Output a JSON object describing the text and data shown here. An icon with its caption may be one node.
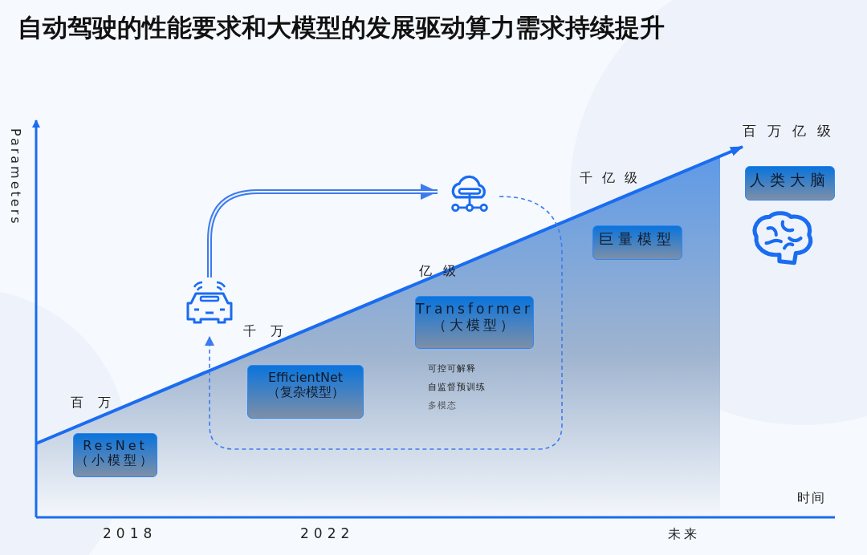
{
  "diagram": {
    "title": "自动驾驶的性能要求和大模型的发展驱动算力需求持续提升",
    "nodes": [
      {
        "text": [],
        "shape": "picture"
      },
      {
        "text": [
          "人类大脑"
        ]
      },
      {
        "text": [
          "巨量模型"
        ]
      },
      {
        "text": [],
        "shape": "picture"
      },
      {
        "text": [],
        "shape": "picture"
      },
      {
        "text": [
          "Transformer",
          "（大模型）"
        ]
      },
      {
        "text": [
          "EfficientNet",
          "（复杂模型）"
        ]
      },
      {
        "text": [
          "ResNet",
          "（小模型）"
        ]
      }
    ],
    "edges": [
      {
        "from": 4,
        "to": 0,
        "arrow": "to",
        "style": "thick"
      },
      {
        "from": 0,
        "to": 4,
        "arrow": "to",
        "style": "dashed"
      }
    ],
    "labels": [
      "Parameters",
      "百万亿级",
      "千亿级",
      "亿级",
      "千万",
      "可控可解释",
      "自监督预训练",
      "多模态",
      "百万",
      "时间",
      "2018",
      "2022",
      "未来"
    ]
  }
}
